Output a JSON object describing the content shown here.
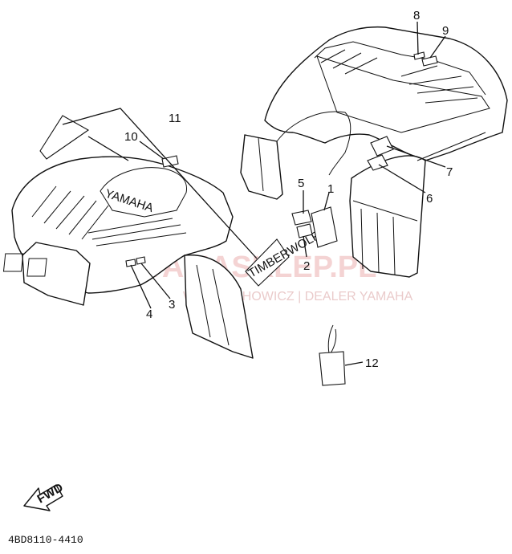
{
  "watermark": {
    "brand": "YAMASKLEP.PL",
    "tagline": "WOJCIECHOWICZ | DEALER YAMAHA"
  },
  "diagram_code": "4BD8110-4410",
  "fwd_label": "FWD",
  "fender_brand_text": "YAMAHA",
  "decal_text": "TIMBERWOLF",
  "callouts": {
    "c1": "1",
    "c2": "2",
    "c3": "3",
    "c4": "4",
    "c5": "5",
    "c6": "6",
    "c7": "7",
    "c8": "8",
    "c9": "9",
    "c10": "10",
    "c11": "11",
    "c12": "12"
  }
}
